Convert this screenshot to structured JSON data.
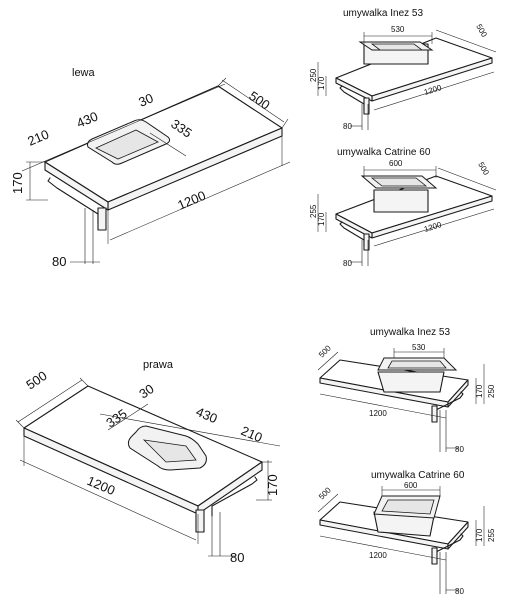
{
  "views": {
    "lewa": {
      "title": "lewa",
      "dims": {
        "depth": "500",
        "width": "1200",
        "left_offset": "210",
        "basin_width": "430",
        "gap": "30",
        "basin_depth": "335",
        "height": "170",
        "leg": "80"
      }
    },
    "prawa": {
      "title": "prawa",
      "dims": {
        "depth": "500",
        "width": "1200",
        "left_offset": "210",
        "basin_width": "430",
        "gap": "30",
        "basin_depth": "335",
        "height": "170",
        "leg": "80"
      }
    },
    "inez_left": {
      "title": "umywalka Inez 53",
      "dims": {
        "basin": "530",
        "depth": "500",
        "total_height": "250",
        "height": "170",
        "width": "1200",
        "leg": "80"
      }
    },
    "catrine_left": {
      "title": "umywalka Catrine 60",
      "dims": {
        "basin": "600",
        "depth": "500",
        "total_height": "255",
        "height": "170",
        "width": "1200",
        "leg": "80"
      }
    },
    "inez_right": {
      "title": "umywalka Inez 53",
      "dims": {
        "basin": "530",
        "depth": "500",
        "total_height": "250",
        "height": "170",
        "width": "1200",
        "leg": "80"
      }
    },
    "catrine_right": {
      "title": "umywalka Catrine 60",
      "dims": {
        "basin": "600",
        "depth": "500",
        "total_height": "255",
        "height": "170",
        "width": "1200",
        "leg": "80"
      }
    }
  }
}
